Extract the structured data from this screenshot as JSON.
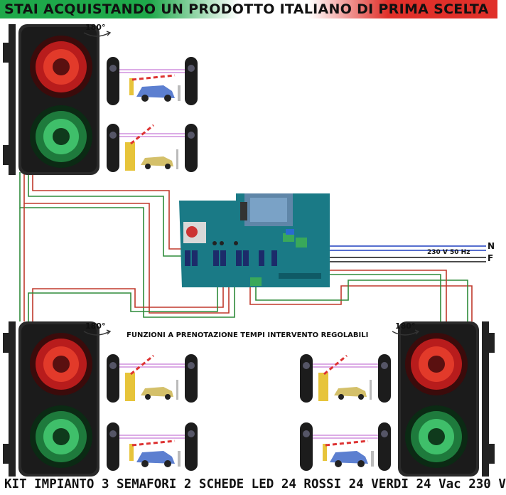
{
  "banner": {
    "text": "STAI ACQUISTANDO UN PRODOTTO ITALIANO DI PRIMA SCELTA",
    "colors": [
      "#1ea84a",
      "#ffffff",
      "#e0302a"
    ]
  },
  "traffic_lights": [
    {
      "rotation_label": "180°",
      "lamps": [
        "red-led-lamp",
        "green-led-lamp"
      ]
    },
    {
      "rotation_label": "180°",
      "lamps": [
        "red-led-lamp",
        "green-led-lamp"
      ]
    },
    {
      "rotation_label": "180°",
      "lamps": [
        "red-led-lamp",
        "green-led-lamp"
      ]
    }
  ],
  "board": {
    "name": "control-board-2-relays",
    "functions_label": "FUNZIONI A PRENOTAZIONE TEMPI INTERVENTO REGOLABILI"
  },
  "power": {
    "label": "230 V 50 Hz",
    "neutral": "N",
    "phase": "F"
  },
  "sensor_scenes": [
    "car-under-barrier",
    "barrier-raised",
    "barrier-raised",
    "barrier-raised",
    "car-under-barrier",
    "car-under-barrier"
  ],
  "wire_colors": {
    "red": "#c0392b",
    "green": "#2e8b3a",
    "blue": "#1e3fbf",
    "black": "#111111"
  },
  "footer": {
    "text": "KIT IMPIANTO 3 SEMAFORI 2 SCHEDE LED 24 ROSSI 24 VERDI 24 Vac 230 V"
  }
}
